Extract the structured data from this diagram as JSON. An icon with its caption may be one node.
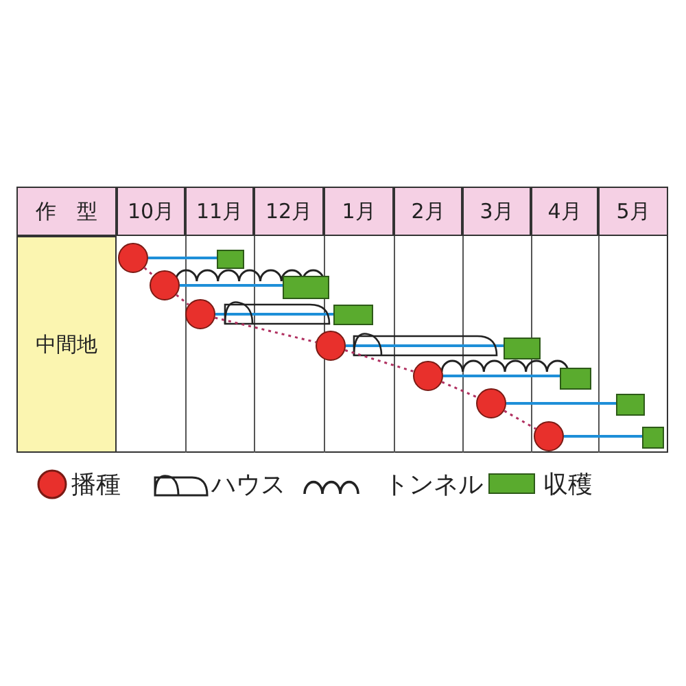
{
  "diagram": {
    "nodes": [
      {
        "text": [],
        "shape": "circle"
      },
      {
        "text": [],
        "shape": "box"
      },
      {
        "text": [],
        "shape": "circle"
      },
      {
        "text": [],
        "shape": "box"
      },
      {
        "text": [],
        "shape": "circle"
      },
      {
        "text": [],
        "shape": "box"
      },
      {
        "text": [],
        "shape": "circle"
      },
      {
        "text": [],
        "shape": "box"
      },
      {
        "text": [],
        "shape": "circle"
      },
      {
        "text": [],
        "shape": "box"
      },
      {
        "text": [],
        "shape": "circle"
      },
      {
        "text": [],
        "shape": "box"
      },
      {
        "text": [],
        "shape": "circle"
      },
      {
        "text": [],
        "shape": "box"
      }
    ],
    "edges": [
      {
        "from": 0,
        "to": 1,
        "arrow": "none"
      },
      {
        "from": 2,
        "to": 3,
        "arrow": "none"
      },
      {
        "from": 4,
        "to": 5,
        "arrow": "none"
      },
      {
        "from": 6,
        "to": 7,
        "arrow": "none"
      },
      {
        "from": 8,
        "to": 9,
        "arrow": "none"
      },
      {
        "from": 10,
        "to": 11,
        "arrow": "none"
      },
      {
        "from": 12,
        "to": 13,
        "arrow": "none"
      },
      {
        "from": 0,
        "to": 2,
        "arrow": "none",
        "style": "dashed",
        "color": "#b03060"
      },
      {
        "from": 2,
        "to": 4,
        "arrow": "none",
        "style": "dashed",
        "color": "#b03060"
      },
      {
        "from": 4,
        "to": 6,
        "arrow": "none",
        "style": "dashed",
        "color": "#b03060"
      },
      {
        "from": 6,
        "to": 8,
        "arrow": "none",
        "style": "dashed",
        "color": "#b03060"
      },
      {
        "from": 8,
        "to": 10,
        "arrow": "none",
        "style": "dashed",
        "color": "#b03060"
      },
      {
        "from": 10,
        "to": 12,
        "arrow": "none",
        "style": "dashed",
        "color": "#b03060"
      }
    ],
    "labels": [
      "作　型",
      "10月",
      "11月",
      "12月",
      "1月",
      "2月",
      "3月",
      "4月",
      "5月",
      "中間地"
    ],
    "legend": [
      {
        "text": "播種"
      },
      {
        "text": "ハウス"
      },
      {
        "text": "トンネル"
      },
      {
        "text": "収穫",
        "color": "#5aab2e"
      }
    ]
  }
}
